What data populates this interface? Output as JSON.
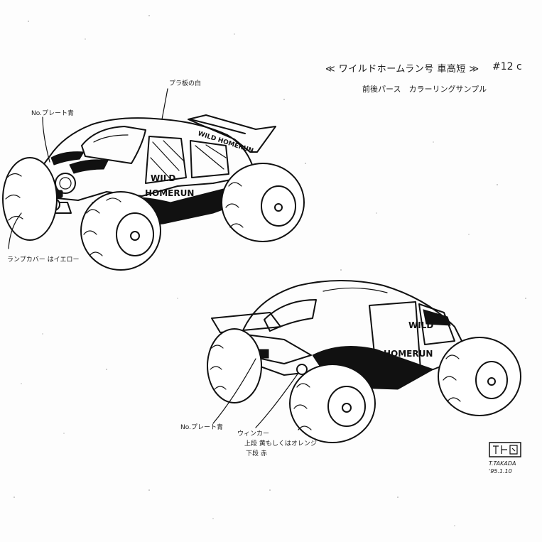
{
  "sheet": {
    "title": "≪ ワイルドホームラン号 車高短 ≫",
    "sheet_number": "#12 c",
    "subtitle": "前後パース　カラーリングサンプル"
  },
  "annotations": {
    "top_car_cage": "プラ板の白",
    "top_car_plate": "No.プレート青",
    "top_car_lamp": "ランプカバー はイエロー",
    "rear_car_plate": "No.プレート青",
    "rear_car_winker": "ウィンカー",
    "rear_car_winker_upper": "上段 黄もしくはオレンジ",
    "rear_car_winker_lower": "下段 赤"
  },
  "car_markings": {
    "door_text_line1": "WILD",
    "door_text_line2": "HOMERUN",
    "wing_text": "WILD HOMERUN"
  },
  "signature": {
    "name": "T.TAKADA",
    "date": "'95.1.10"
  },
  "style": {
    "ink_color": "#111111",
    "paper_color": "#fdfdfd"
  }
}
